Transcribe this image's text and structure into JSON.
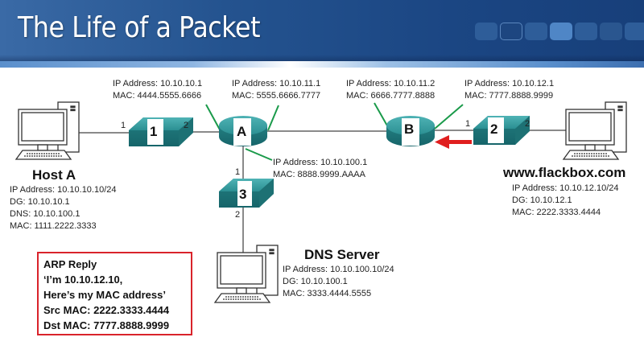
{
  "slide": {
    "title": "The Life of a Packet",
    "nav_squares": [
      "normal",
      "outline",
      "normal",
      "active",
      "normal",
      "faded",
      "normal"
    ]
  },
  "devices": {
    "switch1": {
      "label": "1",
      "port_left": "1",
      "port_right": "2"
    },
    "routerA": {
      "label": "A"
    },
    "routerB": {
      "label": "B"
    },
    "switch2": {
      "label": "2",
      "port_left": "1",
      "port_right": "2"
    },
    "switch3": {
      "label": "3",
      "port_top": "1",
      "port_bottom": "2"
    }
  },
  "interfaces": {
    "a_left": {
      "ip": "IP Address: 10.10.10.1",
      "mac": "MAC: 4444.5555.6666"
    },
    "a_right": {
      "ip": "IP Address: 10.10.11.1",
      "mac": "MAC: 5555.6666.7777"
    },
    "b_left": {
      "ip": "IP Address: 10.10.11.2",
      "mac": "MAC: 6666.7777.8888"
    },
    "b_right": {
      "ip": "IP Address: 10.10.12.1",
      "mac": "MAC: 7777.8888.9999"
    },
    "a_bottom": {
      "ip": "IP Address: 10.10.100.1",
      "mac": "MAC: 8888.9999.AAAA"
    }
  },
  "hosts": {
    "host_a": {
      "name": "Host A",
      "lines": [
        "IP Address: 10.10.10.10/24",
        "DG: 10.10.10.1",
        "DNS: 10.10.100.1",
        "MAC: 1111.2222.3333"
      ]
    },
    "flackbox": {
      "name": "www.flackbox.com",
      "lines": [
        "IP Address: 10.10.12.10/24",
        "DG: 10.10.12.1",
        "MAC: 2222.3333.4444"
      ]
    },
    "dns_server": {
      "name": "DNS Server",
      "lines": [
        "IP Address: 10.10.100.10/24",
        "DG: 10.10.100.1",
        "MAC: 3333.4444.5555"
      ]
    }
  },
  "arp_reply": {
    "lines": [
      "ARP Reply",
      "‘I’m 10.10.12.10,",
      "Here’s my MAC address’",
      "Src MAC: 2222.3333.4444",
      "Dst MAC: 7777.8888.9999"
    ]
  },
  "colors": {
    "banner": "#1b4683",
    "device_teal": "#2a8a8c",
    "callout_green": "#1a9a4a",
    "arrow_red": "#e01e1e",
    "box_border": "#d9232b"
  }
}
